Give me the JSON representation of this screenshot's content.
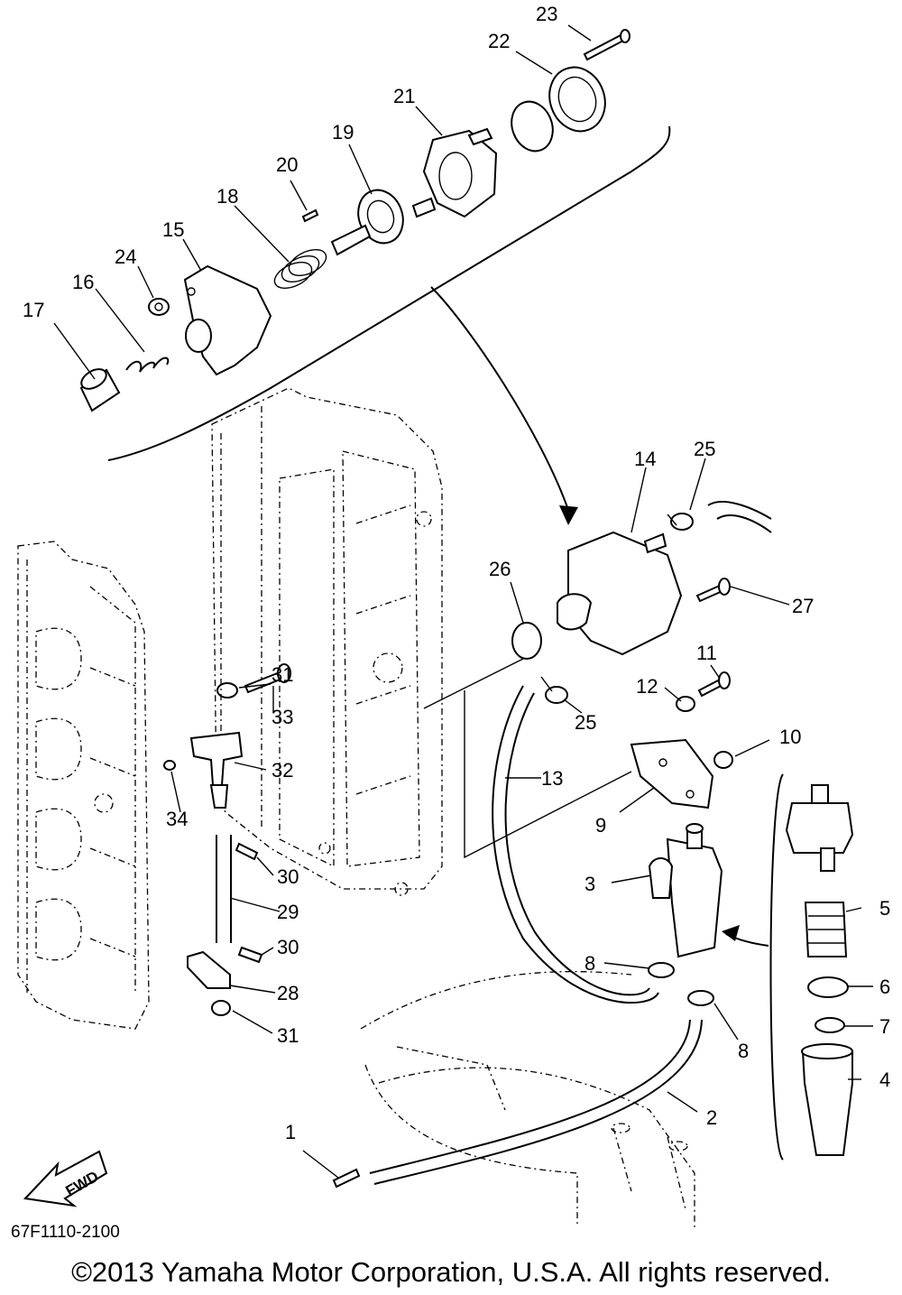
{
  "callouts": [
    {
      "n": "1"
    },
    {
      "n": "2"
    },
    {
      "n": "3"
    },
    {
      "n": "4"
    },
    {
      "n": "5"
    },
    {
      "n": "6"
    },
    {
      "n": "7"
    },
    {
      "n": "8"
    },
    {
      "n": "8"
    },
    {
      "n": "9"
    },
    {
      "n": "10"
    },
    {
      "n": "11"
    },
    {
      "n": "12"
    },
    {
      "n": "13"
    },
    {
      "n": "14"
    },
    {
      "n": "15"
    },
    {
      "n": "16"
    },
    {
      "n": "17"
    },
    {
      "n": "18"
    },
    {
      "n": "19"
    },
    {
      "n": "20"
    },
    {
      "n": "21"
    },
    {
      "n": "22"
    },
    {
      "n": "23"
    },
    {
      "n": "24"
    },
    {
      "n": "25"
    },
    {
      "n": "25"
    },
    {
      "n": "26"
    },
    {
      "n": "27"
    },
    {
      "n": "28"
    },
    {
      "n": "29"
    },
    {
      "n": "30"
    },
    {
      "n": "30"
    },
    {
      "n": "31"
    },
    {
      "n": "31"
    },
    {
      "n": "32"
    },
    {
      "n": "33"
    },
    {
      "n": "34"
    }
  ],
  "fwd_label": "FWD",
  "diagram_code": "67F1110-2100",
  "copyright": "©2013 Yamaha Motor Corporation, U.S.A. All rights reserved."
}
